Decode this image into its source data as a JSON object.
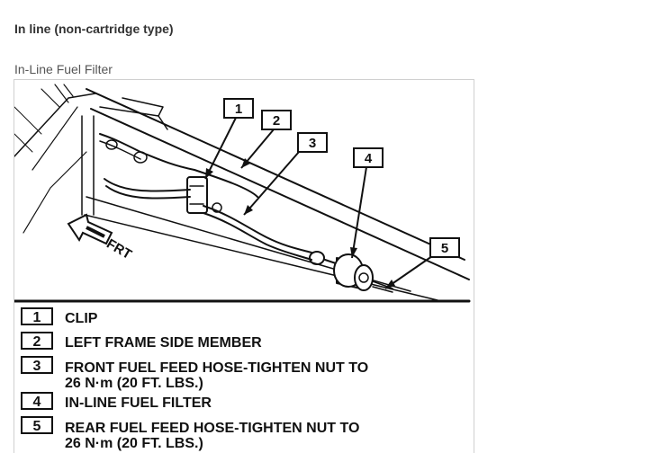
{
  "heading": "In line (non-cartridge type)",
  "caption": "In-Line Fuel Filter",
  "diagram": {
    "direction_label": "FRT",
    "callouts": [
      "1",
      "2",
      "3",
      "4",
      "5"
    ],
    "legend": [
      {
        "num": "1",
        "lines": [
          "CLIP"
        ]
      },
      {
        "num": "2",
        "lines": [
          "LEFT FRAME SIDE MEMBER"
        ]
      },
      {
        "num": "3",
        "lines": [
          "FRONT FUEL FEED HOSE-TIGHTEN NUT TO",
          "26 N·m (20 FT. LBS.)"
        ]
      },
      {
        "num": "4",
        "lines": [
          "IN-LINE FUEL FILTER"
        ]
      },
      {
        "num": "5",
        "lines": [
          "REAR FUEL FEED HOSE-TIGHTEN NUT TO",
          "26 N·m (20 FT. LBS.)"
        ]
      }
    ]
  }
}
